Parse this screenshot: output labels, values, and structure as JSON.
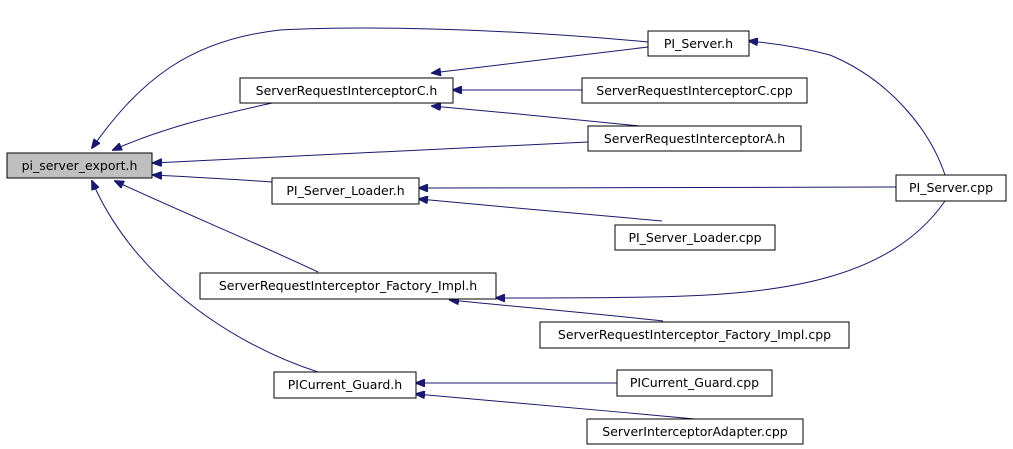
{
  "diagram": {
    "nodes": {
      "pi_server_export_h": "pi_server_export.h",
      "pi_server_h": "PI_Server.h",
      "server_request_interceptor_c_h": "ServerRequestInterceptorC.h",
      "server_request_interceptor_c_cpp": "ServerRequestInterceptorC.cpp",
      "server_request_interceptor_a_h": "ServerRequestInterceptorA.h",
      "pi_server_loader_h": "PI_Server_Loader.h",
      "pi_server_cpp": "PI_Server.cpp",
      "pi_server_loader_cpp": "PI_Server_Loader.cpp",
      "server_request_interceptor_factory_impl_h": "ServerRequestInterceptor_Factory_Impl.h",
      "server_request_interceptor_factory_impl_cpp": "ServerRequestInterceptor_Factory_Impl.cpp",
      "picurrent_guard_h": "PICurrent_Guard.h",
      "picurrent_guard_cpp": "PICurrent_Guard.cpp",
      "server_interceptor_adapter_cpp": "ServerInterceptorAdapter.cpp"
    },
    "edges": [
      {
        "from": "pi_server_h",
        "to": "pi_server_export_h"
      },
      {
        "from": "server_request_interceptor_c_h",
        "to": "pi_server_export_h"
      },
      {
        "from": "server_request_interceptor_a_h",
        "to": "pi_server_export_h"
      },
      {
        "from": "pi_server_loader_h",
        "to": "pi_server_export_h"
      },
      {
        "from": "server_request_interceptor_factory_impl_h",
        "to": "pi_server_export_h"
      },
      {
        "from": "picurrent_guard_h",
        "to": "pi_server_export_h"
      },
      {
        "from": "pi_server_h",
        "to": "server_request_interceptor_c_h"
      },
      {
        "from": "server_request_interceptor_c_cpp",
        "to": "server_request_interceptor_c_h"
      },
      {
        "from": "server_request_interceptor_a_h",
        "to": "server_request_interceptor_c_h"
      },
      {
        "from": "pi_server_cpp",
        "to": "pi_server_h"
      },
      {
        "from": "pi_server_cpp",
        "to": "pi_server_loader_h"
      },
      {
        "from": "pi_server_loader_cpp",
        "to": "pi_server_loader_h"
      },
      {
        "from": "pi_server_cpp",
        "to": "server_request_interceptor_factory_impl_h"
      },
      {
        "from": "server_request_interceptor_factory_impl_cpp",
        "to": "server_request_interceptor_factory_impl_h"
      },
      {
        "from": "picurrent_guard_cpp",
        "to": "picurrent_guard_h"
      },
      {
        "from": "server_interceptor_adapter_cpp",
        "to": "picurrent_guard_h"
      }
    ]
  }
}
